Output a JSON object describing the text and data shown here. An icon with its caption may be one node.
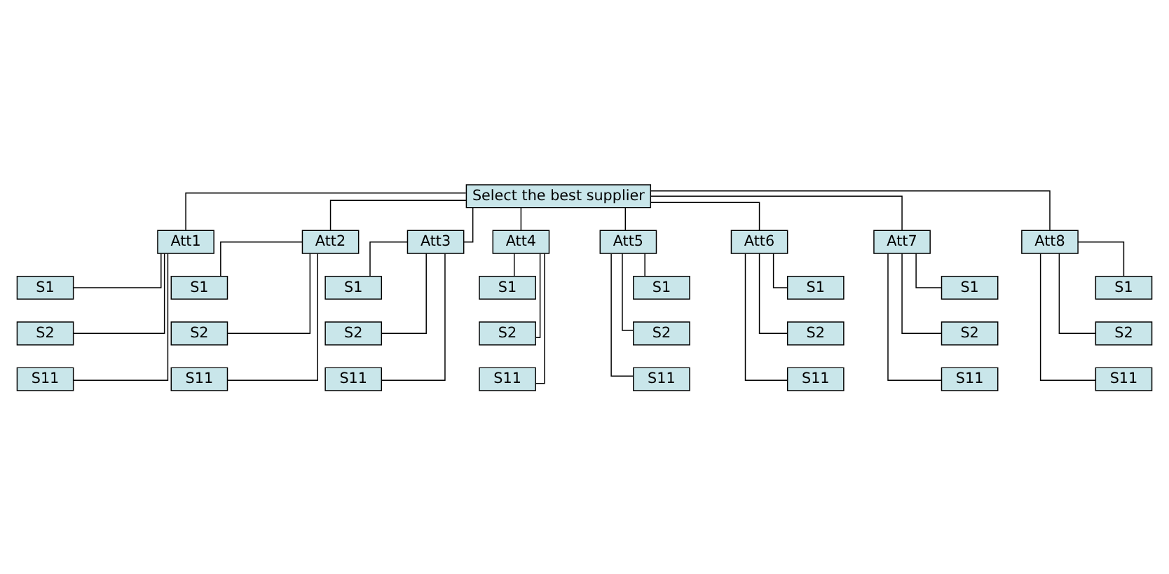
{
  "diagram": {
    "nodes": [
      {
        "text": [
          "Select the best supplier"
        ]
      },
      {
        "text": [
          "Att1"
        ]
      },
      {
        "text": [
          "Att2"
        ]
      },
      {
        "text": [
          "Att3"
        ]
      },
      {
        "text": [
          "Att4"
        ]
      },
      {
        "text": [
          "Att5"
        ]
      },
      {
        "text": [
          "Att6"
        ]
      },
      {
        "text": [
          "Att7"
        ]
      },
      {
        "text": [
          "Att8"
        ]
      },
      {
        "text": [
          "S1"
        ]
      },
      {
        "text": [
          "S2"
        ]
      },
      {
        "text": [
          "S11"
        ]
      },
      {
        "text": [
          "S1"
        ]
      },
      {
        "text": [
          "S2"
        ]
      },
      {
        "text": [
          "S11"
        ]
      },
      {
        "text": [
          "S1"
        ]
      },
      {
        "text": [
          "S2"
        ]
      },
      {
        "text": [
          "S11"
        ]
      },
      {
        "text": [
          "S1"
        ]
      },
      {
        "text": [
          "S2"
        ]
      },
      {
        "text": [
          "S11"
        ]
      },
      {
        "text": [
          "S1"
        ]
      },
      {
        "text": [
          "S2"
        ]
      },
      {
        "text": [
          "S11"
        ]
      },
      {
        "text": [
          "S1"
        ]
      },
      {
        "text": [
          "S2"
        ]
      },
      {
        "text": [
          "S11"
        ]
      },
      {
        "text": [
          "S1"
        ]
      },
      {
        "text": [
          "S2"
        ]
      },
      {
        "text": [
          "S11"
        ]
      },
      {
        "text": [
          "S1"
        ]
      },
      {
        "text": [
          "S2"
        ]
      },
      {
        "text": [
          "S11"
        ]
      }
    ],
    "edges": [
      {
        "from": 0,
        "to": 1,
        "arrow": "none"
      },
      {
        "from": 0,
        "to": 2,
        "arrow": "none"
      },
      {
        "from": 0,
        "to": 3,
        "arrow": "none"
      },
      {
        "from": 0,
        "to": 4,
        "arrow": "none"
      },
      {
        "from": 0,
        "to": 5,
        "arrow": "none"
      },
      {
        "from": 0,
        "to": 6,
        "arrow": "none"
      },
      {
        "from": 0,
        "to": 7,
        "arrow": "none"
      },
      {
        "from": 0,
        "to": 8,
        "arrow": "none"
      },
      {
        "from": 1,
        "to": 9,
        "arrow": "none"
      },
      {
        "from": 1,
        "to": 10,
        "arrow": "none"
      },
      {
        "from": 1,
        "to": 11,
        "arrow": "none"
      },
      {
        "from": 2,
        "to": 12,
        "arrow": "none"
      },
      {
        "from": 2,
        "to": 13,
        "arrow": "none"
      },
      {
        "from": 2,
        "to": 14,
        "arrow": "none"
      },
      {
        "from": 3,
        "to": 15,
        "arrow": "none"
      },
      {
        "from": 3,
        "to": 16,
        "arrow": "none"
      },
      {
        "from": 3,
        "to": 17,
        "arrow": "none"
      },
      {
        "from": 4,
        "to": 18,
        "arrow": "none"
      },
      {
        "from": 4,
        "to": 19,
        "arrow": "none"
      },
      {
        "from": 4,
        "to": 20,
        "arrow": "none"
      },
      {
        "from": 5,
        "to": 21,
        "arrow": "none"
      },
      {
        "from": 5,
        "to": 22,
        "arrow": "none"
      },
      {
        "from": 5,
        "to": 23,
        "arrow": "none"
      },
      {
        "from": 6,
        "to": 24,
        "arrow": "none"
      },
      {
        "from": 6,
        "to": 25,
        "arrow": "none"
      },
      {
        "from": 6,
        "to": 26,
        "arrow": "none"
      },
      {
        "from": 7,
        "to": 27,
        "arrow": "none"
      },
      {
        "from": 7,
        "to": 28,
        "arrow": "none"
      },
      {
        "from": 7,
        "to": 29,
        "arrow": "none"
      },
      {
        "from": 8,
        "to": 30,
        "arrow": "none"
      },
      {
        "from": 8,
        "to": 31,
        "arrow": "none"
      },
      {
        "from": 8,
        "to": 32,
        "arrow": "none"
      }
    ]
  }
}
